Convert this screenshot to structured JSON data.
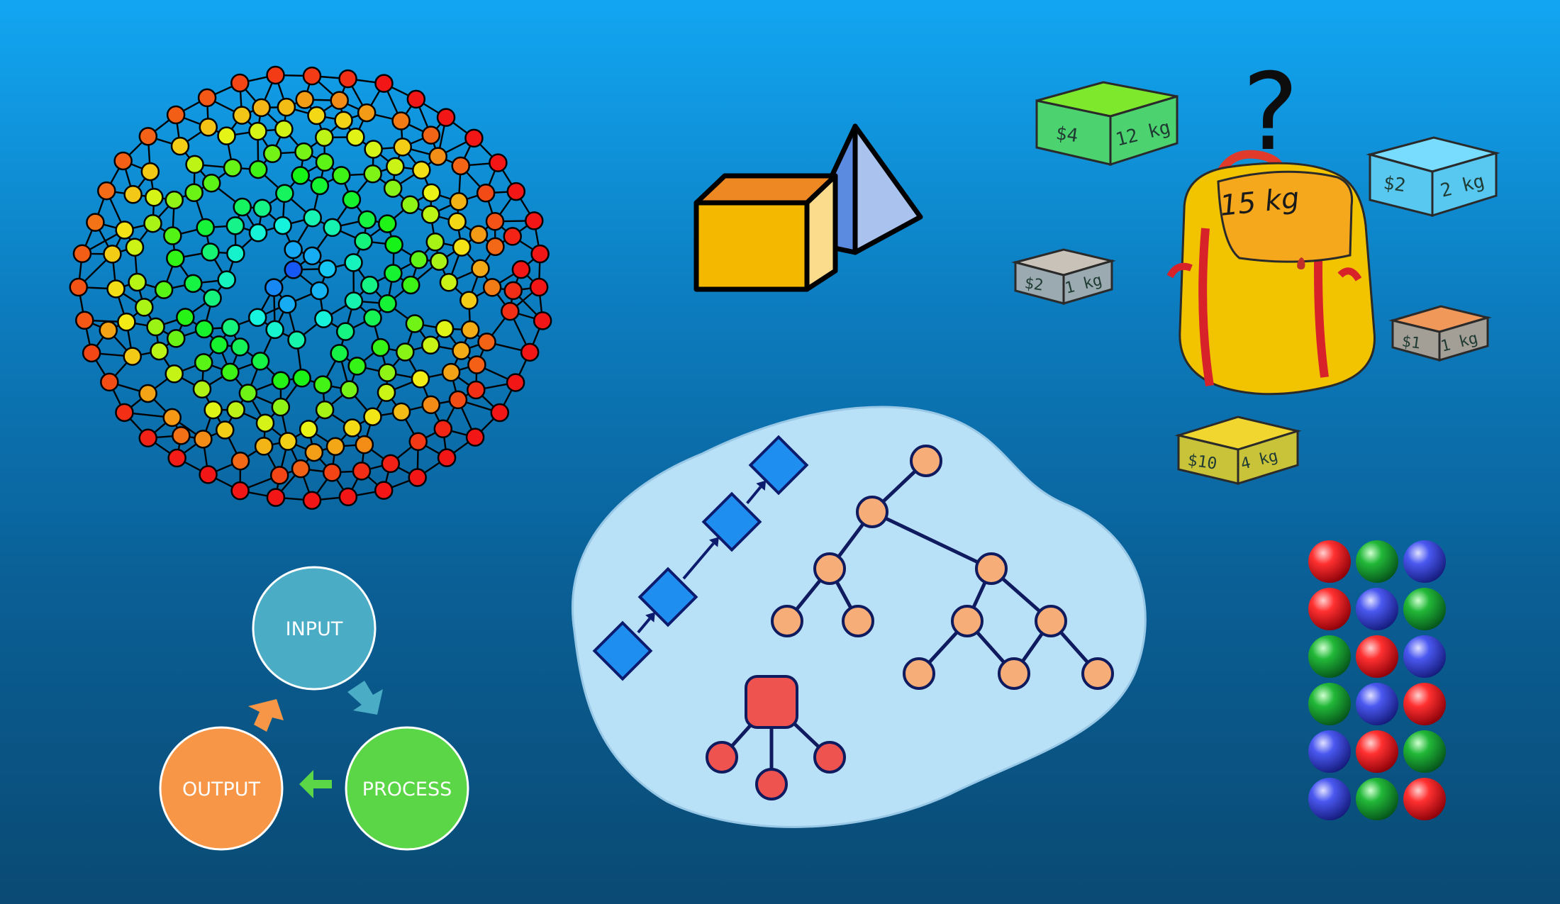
{
  "background": {
    "top": "#12a6f2",
    "bottom": "#0a4a74"
  },
  "cycle": {
    "input": {
      "label": "INPUT",
      "color": "#4aacc5"
    },
    "process": {
      "label": "PROCESS",
      "color": "#5bd646"
    },
    "output": {
      "label": "OUTPUT",
      "color": "#f79646"
    }
  },
  "knapsack": {
    "question": "?",
    "capacity": "15 kg",
    "items": [
      {
        "id": "green",
        "price": "$4",
        "weight": "12 kg",
        "color": "#4cd36f"
      },
      {
        "id": "blue",
        "price": "$2",
        "weight": "2 kg",
        "color": "#58c8f0"
      },
      {
        "id": "gray",
        "price": "$2",
        "weight": "1 kg",
        "color": "#9aaab0"
      },
      {
        "id": "tan",
        "price": "$1",
        "weight": "1 kg",
        "color": "#a39e96"
      },
      {
        "id": "yellow",
        "price": "$10",
        "weight": "4 kg",
        "color": "#c9c33a"
      }
    ]
  },
  "data_structures": {
    "blob_color": "#b8e1f8",
    "list_node_color": "#1e8ef0",
    "tree_node_color": "#f6ad77",
    "heap_node_color": "#ef5350"
  },
  "shapes": {
    "cube_color": "#f5b800",
    "pyramid_color": "#5b8be0"
  },
  "marbles": {
    "grid": [
      [
        "red",
        "green",
        "blue"
      ],
      [
        "red",
        "blue",
        "green"
      ],
      [
        "green",
        "red",
        "blue"
      ],
      [
        "green",
        "blue",
        "red"
      ],
      [
        "blue",
        "red",
        "green"
      ],
      [
        "blue",
        "green",
        "red"
      ]
    ],
    "colors": {
      "red": "#e0101a",
      "green": "#18a030",
      "blue": "#3a4ae0"
    }
  }
}
